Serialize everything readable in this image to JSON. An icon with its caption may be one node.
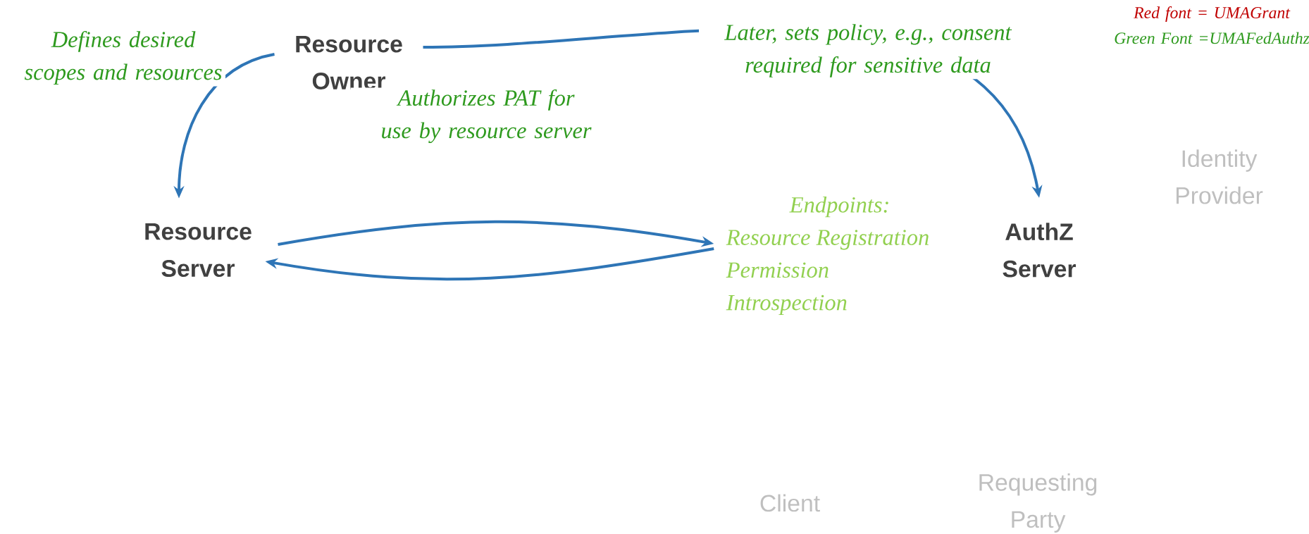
{
  "diagram": {
    "nodes": [
      {
        "text": [
          "Resource Owner"
        ]
      },
      {
        "text": [
          "Resource Server"
        ]
      },
      {
        "text": [
          "Endpoints:",
          "Resource Registration",
          "Permission",
          "Introspection"
        ]
      },
      {
        "text": [
          "AuthZ Server"
        ]
      },
      {
        "text": [
          "Identity Provider"
        ]
      },
      {
        "text": [
          "Client"
        ]
      },
      {
        "text": [
          "Requesting Party"
        ]
      }
    ],
    "edges": [
      {
        "from": 0,
        "to": 1,
        "arrow": "to",
        "label": "Defines desired scopes and resources"
      },
      {
        "from": 0,
        "to": 3,
        "arrow": "to",
        "label": "Later, sets policy, e.g., consent required for sensitive data"
      },
      {
        "from": 1,
        "to": 2,
        "arrow": "to"
      },
      {
        "from": 2,
        "to": 1,
        "arrow": "to"
      }
    ],
    "labels": [
      "Authorizes PAT for use by resource server",
      "Red font = UMAGrant",
      "Green Font =UMAFedAuthz"
    ]
  }
}
